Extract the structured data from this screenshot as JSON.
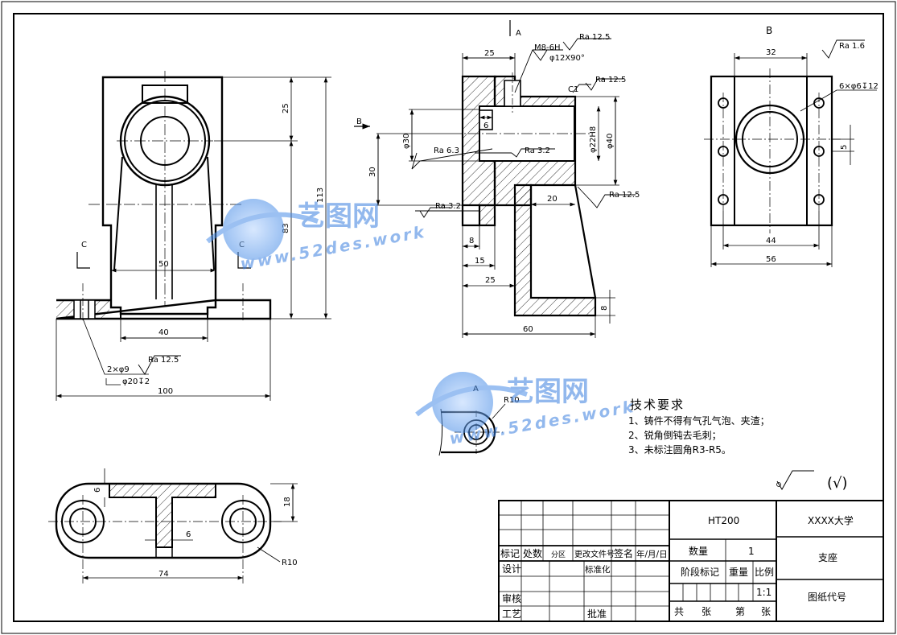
{
  "views": {
    "front": {
      "dims": {
        "d25": "25",
        "d83": "83",
        "d113": "113",
        "d50": "50",
        "d40": "40",
        "d100": "100"
      },
      "section_mark": "C",
      "section_mark_b": "C",
      "hole_note": "2×φ9",
      "cbore_note": "φ20↧2",
      "ra_hole": "Ra 12.5"
    },
    "side_section": {
      "view_a": "A",
      "view_b": "B",
      "thread": "M8-6H",
      "csk": "φ12X90°",
      "ra_thread": "Ra 12.5",
      "chamfer": "C1",
      "ra_chamfer": "Ra 12.5",
      "ra_63": "Ra 6.3",
      "ra_32a": "Ra 3.2",
      "ra_32b": "Ra 3.2",
      "ra_rib": "Ra 12.5",
      "dims": {
        "d25top": "25",
        "d6": "6",
        "d30dia": "φ30",
        "d30": "30",
        "d22": "φ22H8",
        "d40": "φ40",
        "d20": "20",
        "d8a": "8",
        "d15": "15",
        "d25b": "25",
        "d60": "60",
        "d8b": "8"
      }
    },
    "view_b": {
      "title": "B",
      "ra": "Ra 1.6",
      "holes_note": "6×φ6↧12",
      "dims": {
        "d32": "32",
        "d5": "5",
        "d44": "44",
        "d56": "56"
      }
    },
    "detail_a": {
      "title": "A",
      "radius": "R10"
    },
    "top": {
      "dims": {
        "d6a": "6",
        "d18": "18",
        "d6b": "6",
        "d74": "74",
        "r10": "R10"
      }
    }
  },
  "tech_requirements": {
    "title": "技术要求",
    "items": [
      "1、铸件不得有气孔气泡、夹渣；",
      "2、锐角倒钝去毛刺；",
      "3、未标注圆角R3-R5。"
    ]
  },
  "surface_note": "(√)",
  "title_block": {
    "material": "HT200",
    "school": "XXXX大学",
    "part_name": "支座",
    "drawing_code_label": "图纸代号",
    "qty_label": "数量",
    "qty_value": "1",
    "stage_label": "阶段标记",
    "weight_label": "重量",
    "scale_label": "比例",
    "scale_value": "1:1",
    "sheets_label_a": "共",
    "sheets_label_b": "张",
    "sheets_label_c": "第",
    "sheets_label_d": "张",
    "rev_headers": [
      "标记",
      "处数",
      "分区",
      "更改文件号",
      "签名",
      "年/月/日"
    ],
    "roles": {
      "design": "设计",
      "standard": "标准化",
      "review": "审核",
      "process": "工艺",
      "approve": "批准"
    }
  },
  "watermark": {
    "brand": "艺图网",
    "url": "www.52des.work"
  }
}
